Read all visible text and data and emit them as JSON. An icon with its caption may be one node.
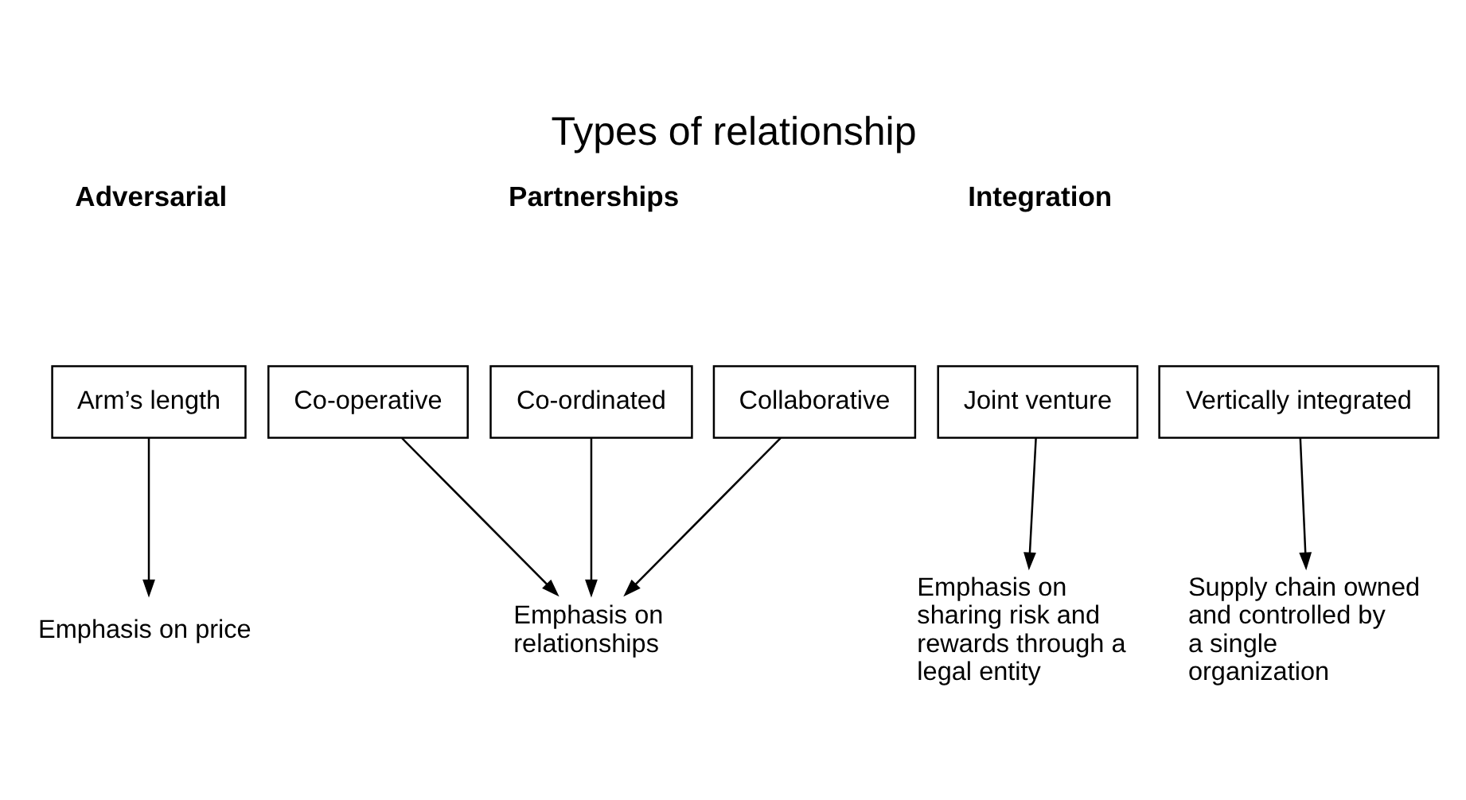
{
  "diagram": {
    "title": "Types of relationship",
    "nodes": [
      {
        "text": [
          "Arm’s length"
        ]
      },
      {
        "text": [
          "Co-operative"
        ]
      },
      {
        "text": [
          "Co-ordinated"
        ]
      },
      {
        "text": [
          "Collaborative"
        ]
      },
      {
        "text": [
          "Joint venture"
        ]
      },
      {
        "text": [
          "Vertically integrated"
        ]
      },
      {
        "text": [
          "Emphasis on price"
        ]
      },
      {
        "text": [
          "Emphasis on relationships"
        ]
      },
      {
        "text": [
          "Emphasis on sharing risk and rewards through a legal entity"
        ]
      },
      {
        "text": [
          "Supply chain owned and controlled by a single organization"
        ]
      }
    ],
    "edges": [
      {
        "from": 0,
        "to": 6,
        "arrow": "to"
      },
      {
        "from": 1,
        "to": 7,
        "arrow": "to"
      },
      {
        "from": 2,
        "to": 7,
        "arrow": "to"
      },
      {
        "from": 3,
        "to": 7,
        "arrow": "to"
      },
      {
        "from": 4,
        "to": 8,
        "arrow": "to"
      },
      {
        "from": 5,
        "to": 9,
        "arrow": "to"
      }
    ],
    "labels": [
      "Partnerships",
      "Adversarial",
      "Integration"
    ]
  }
}
